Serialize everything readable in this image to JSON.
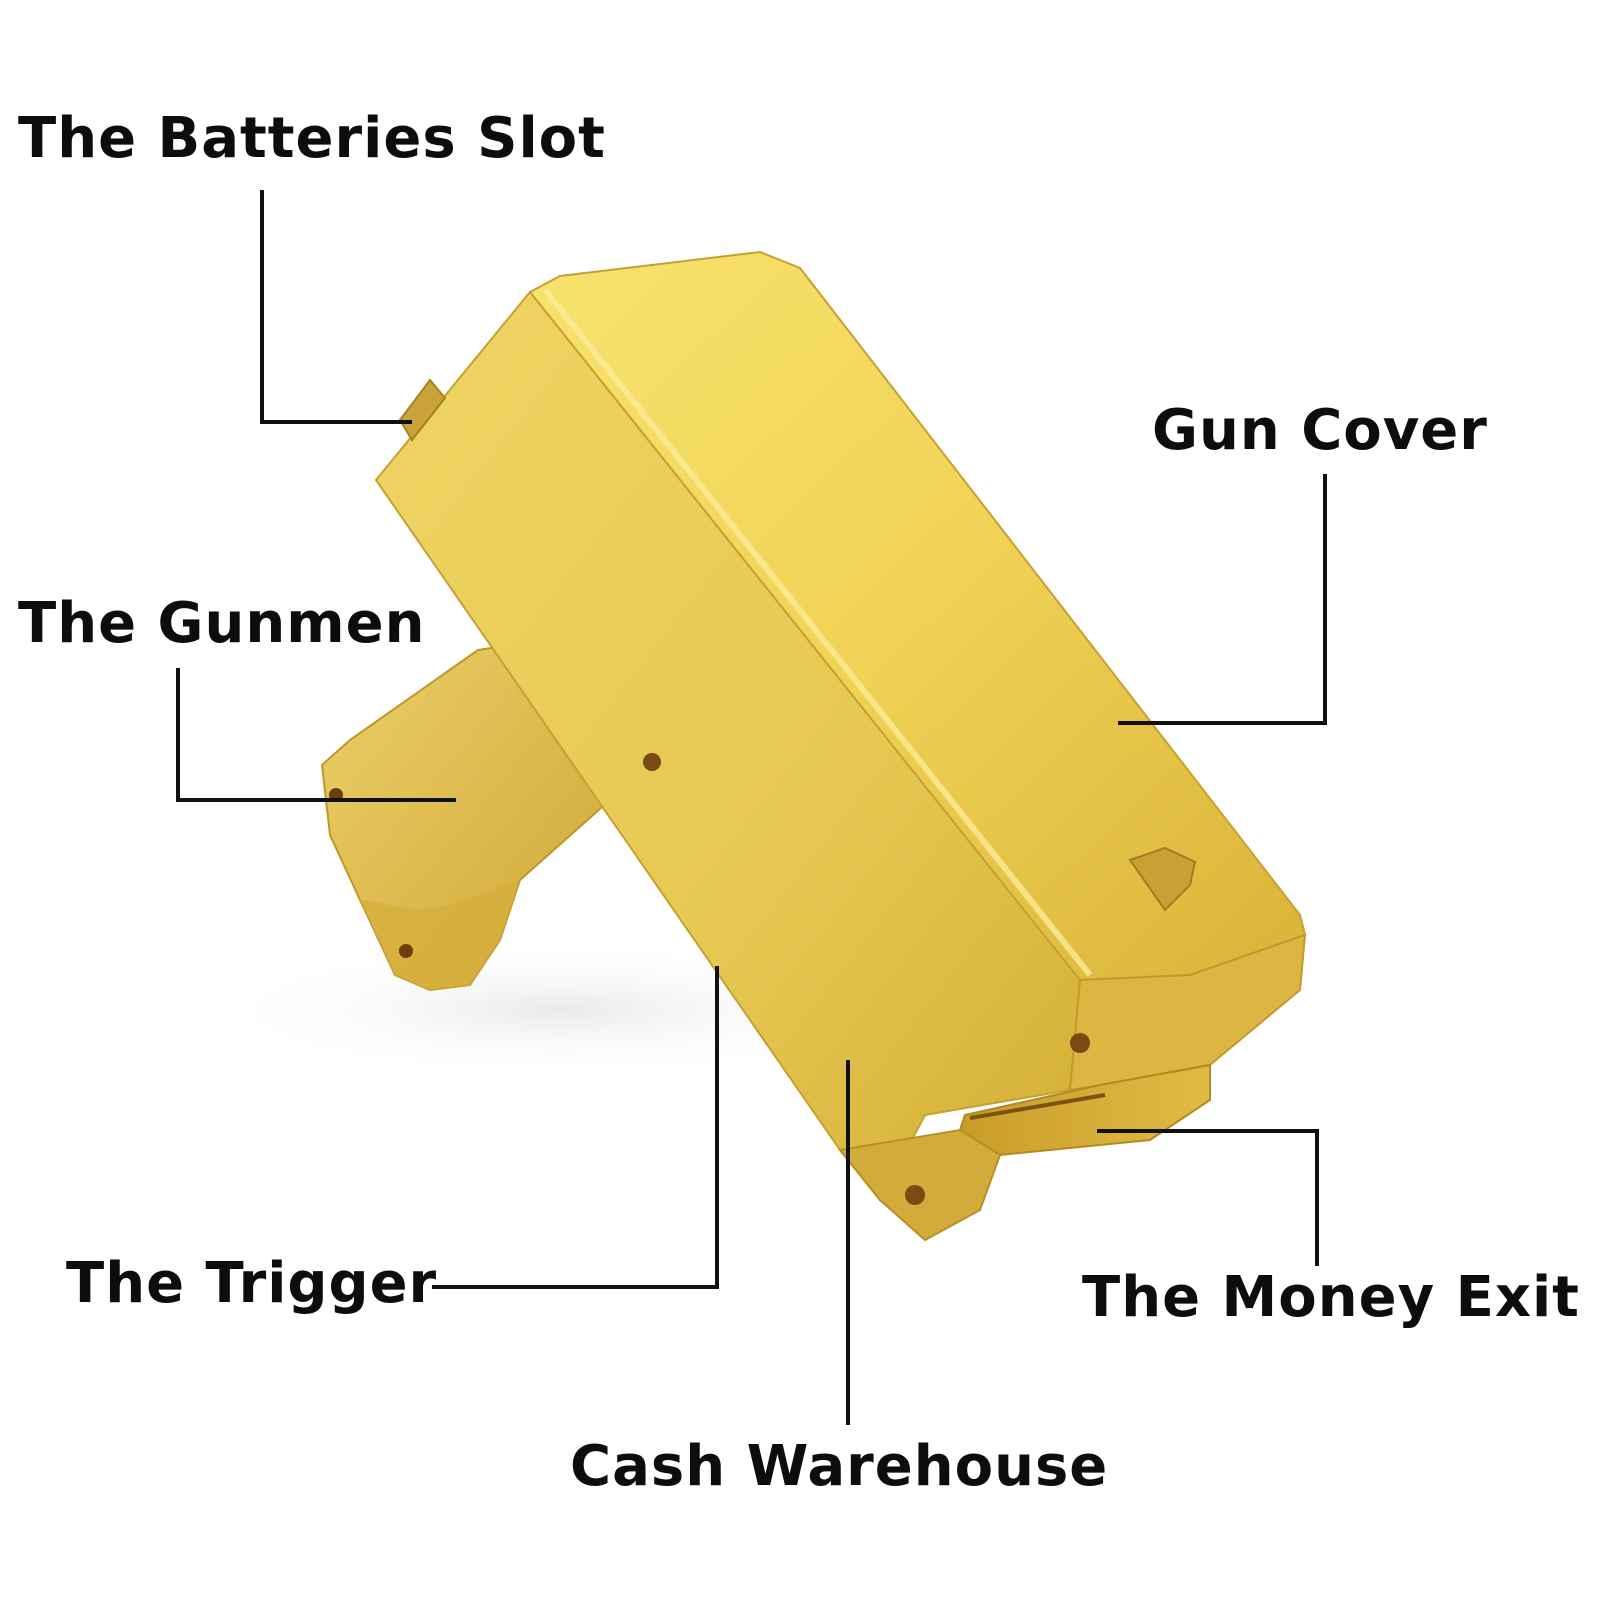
{
  "labels": {
    "batteries_slot": "The Batteries Slot",
    "gun_cover": "Gun Cover",
    "gunmen": "The Gunmen",
    "trigger": "The Trigger",
    "money_exit": "The Money Exit",
    "cash_warehouse": "Cash Warehouse"
  },
  "colors": {
    "gold_light": "#f6df6a",
    "gold_mid": "#e3c24a",
    "gold_dark": "#c79f2a",
    "ink": "#0d0d0d"
  }
}
